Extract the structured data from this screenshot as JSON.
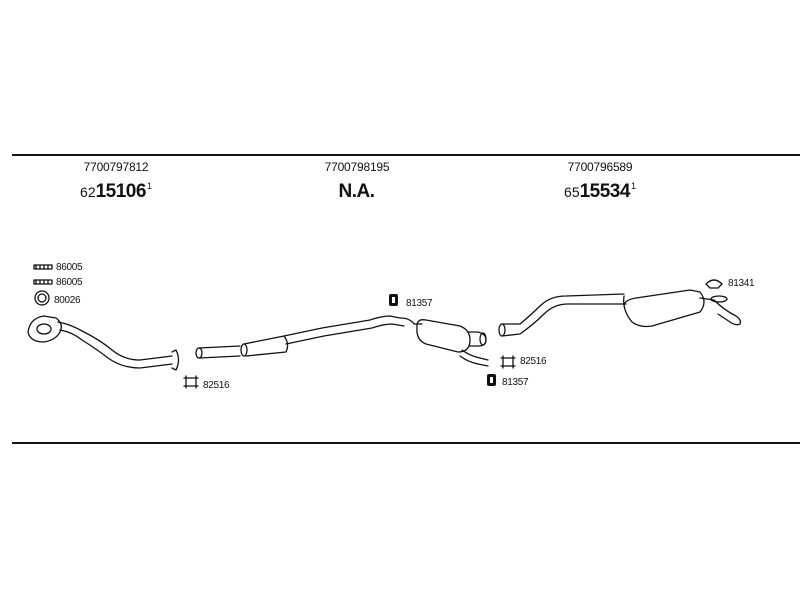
{
  "sections": [
    {
      "oem": "7700797812",
      "prefix": "62",
      "part": "15106",
      "sup": "1"
    },
    {
      "oem": "7700798195",
      "prefix": "",
      "part": "N.A.",
      "sup": ""
    },
    {
      "oem": "7700796589",
      "prefix": "65",
      "part": "15534",
      "sup": "1"
    }
  ],
  "callouts": {
    "bolt_1": "86005",
    "bolt_2": "86005",
    "ring": "80026",
    "clamp_left": "82516",
    "hanger_top": "81357",
    "clamp_mid": "82516",
    "hanger_bottom": "81357",
    "rear_mount": "81341"
  }
}
